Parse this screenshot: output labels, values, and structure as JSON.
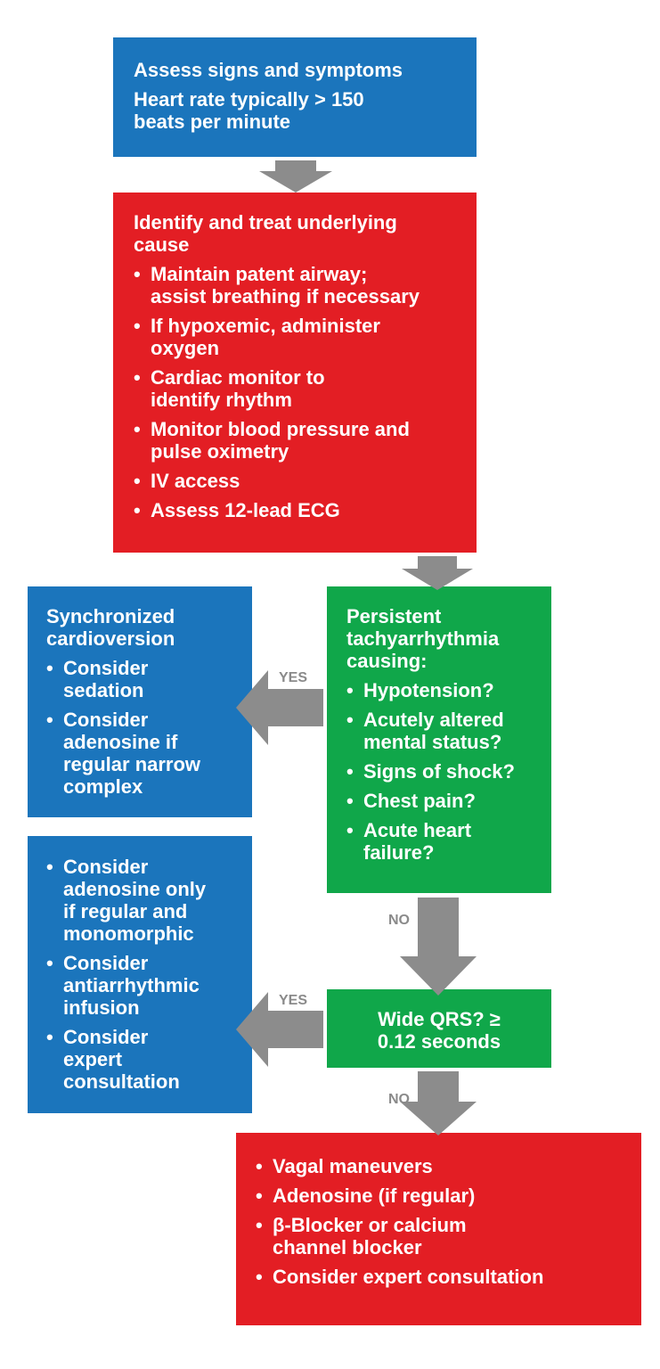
{
  "colors": {
    "blue": "#1b75bc",
    "red": "#e31e24",
    "green": "#10a74a",
    "arrow": "#8c8c8c",
    "label": "#8a8a8a"
  },
  "assess": {
    "title": "Assess signs and symptoms",
    "heart_rate": [
      "Heart rate typically > 150",
      "beats per minute"
    ]
  },
  "identify": {
    "title": [
      "Identify and treat underlying",
      "cause"
    ],
    "items": [
      [
        "Maintain patent airway;",
        "assist breathing if necessary"
      ],
      [
        "If hypoxemic, administer",
        "oxygen"
      ],
      [
        "Cardiac monitor to",
        "identify rhythm"
      ],
      [
        "Monitor blood pressure and",
        "pulse oximetry"
      ],
      [
        "IV access"
      ],
      [
        "Assess 12-lead ECG"
      ]
    ]
  },
  "persistent": {
    "title": [
      "Persistent",
      "tachyarrhythmia",
      "causing:"
    ],
    "items": [
      [
        "Hypotension?"
      ],
      [
        "Acutely altered",
        "mental status?"
      ],
      [
        "Signs of shock?"
      ],
      [
        "Chest pain?"
      ],
      [
        "Acute heart",
        "failure?"
      ]
    ]
  },
  "cardioversion": {
    "title": [
      "Synchronized",
      "cardioversion"
    ],
    "items": [
      [
        "Consider",
        "sedation"
      ],
      [
        "Consider",
        "adenosine if",
        "regular narrow",
        "complex"
      ]
    ]
  },
  "wide_qrs": {
    "text": [
      "Wide QRS? ≥",
      "0.12 seconds"
    ]
  },
  "wide_actions": {
    "items": [
      [
        "Consider",
        "adenosine only",
        "if regular and",
        "monomorphic"
      ],
      [
        "Consider",
        "antiarrhythmic",
        "infusion"
      ],
      [
        "Consider",
        "expert",
        "consultation"
      ]
    ]
  },
  "narrow_actions": {
    "items": [
      [
        "Vagal maneuvers"
      ],
      [
        "Adenosine (if regular)"
      ],
      [
        "β-Blocker or calcium",
        "channel blocker"
      ],
      [
        "Consider expert consultation"
      ]
    ]
  },
  "labels": {
    "yes_1": "YES",
    "no_1": "NO",
    "yes_2": "YES",
    "no_2": "NO"
  }
}
